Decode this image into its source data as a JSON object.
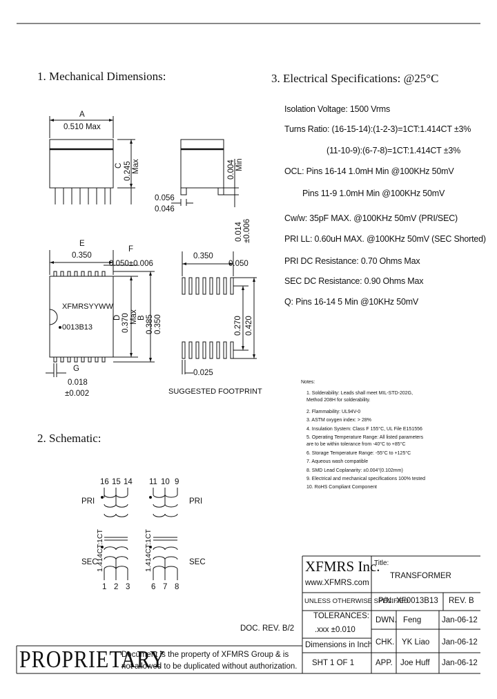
{
  "sections": {
    "mech_title": "1. Mechanical Dimensions:",
    "elec_title": "3. Electrical   Specifications: @25°C",
    "schem_title": "2. Schematic:"
  },
  "electrical": [
    "Isolation Voltage:  1500 Vrms",
    "Turns Ratio: (16-15-14):(1-2-3)=1CT:1.414CT ±3%",
    "(11-10-9):(6-7-8)=1CT:1.414CT ±3%",
    "OCL: Pins 16-14 1.0mH Min @100KHz 50mV",
    "Pins 11-9 1.0mH Min @100KHz 50mV",
    "Cw/w: 35pF MAX. @100KHz 50mV (PRI/SEC)",
    "PRI LL: 0.60uH MAX. @100KHz 50mV (SEC Shorted)",
    "PRI DC Resistance: 0.70 Ohms Max",
    "SEC DC Resistance: 0.90 Ohms Max",
    "Q: Pins 16-14 5 Min @10KHz 50mV"
  ],
  "dimensions": {
    "a_label": "A",
    "a_value": "0.510 Max",
    "c_label": "C",
    "c_value": "0.245",
    "c_max": "Max",
    "g_value": "0.004",
    "g_min": "Min",
    "pin_w1": "0.056",
    "pin_w2": "0.046",
    "thk_value": "0.014",
    "thk_tol": "±0.006",
    "e_label": "E",
    "e_value": "0.350",
    "f_label": "F",
    "f_value": "0.050±0.006",
    "marking_1": "XFMRSYYWW",
    "marking_2": "0013B13",
    "d_label": "D",
    "d_value": "0.370",
    "d_max": "Max",
    "b_label": "B",
    "b_value1": "0.385",
    "b_value2": "0.350",
    "h_label": "G",
    "h_value": "0.018",
    "h_tol": "±0.002",
    "fp_w": "0.350",
    "fp_pitch": "0.050",
    "fp_h1": "0.270",
    "fp_h2": "0.420",
    "fp_pad": "0.025",
    "fp_caption": "SUGGESTED FOOTPRINT"
  },
  "notes": {
    "title": "Notes:",
    "items": [
      "1. Solderability: Leads shall meet MIL-STD-202G,",
      "    Method 208H for solderability.",
      "2. Flammability: UL94V-0",
      "3. ASTM oxygen index: > 28%",
      "4. Insulation System: Class F 155°C, UL File E151556",
      "5. Operating Temperature Range: All listed parameters",
      "    are to be within tolerance from -40°C to +85°C",
      "6. Storage Temperature Range: -55°C to +125°C",
      "7. Aqueous wash compatible",
      "8. SMD Lead Coplanarity: ±0.004\"(0.102mm)",
      "9. Electrical and mechanical specifications 100% tested",
      "10. RoHS Compliant Component"
    ]
  },
  "schematic": {
    "left_top_pins": [
      "16",
      "15",
      "14"
    ],
    "right_top_pins": [
      "11",
      "10",
      "9"
    ],
    "left_bottom_pins": [
      "1",
      "2",
      "3"
    ],
    "right_bottom_pins": [
      "6",
      "7",
      "8"
    ],
    "pri": "PRI",
    "sec": "SEC",
    "ratio": "1.414CT:1CT"
  },
  "title_block": {
    "company": "XFMRS Inc.",
    "website": "www.XFMRS.com",
    "title_label": "Title:",
    "title_value": "TRANSFORMER",
    "unless": "UNLESS OTHERWISE SPECIFIED",
    "pn_label": "P/N:",
    "pn_value": "XF0013B13",
    "rev": "REV. B",
    "tolerances": "TOLERANCES:",
    "tol_value": ".xxx ±0.010",
    "dims": "Dimensions in Inch",
    "sht": "SHT 1 OF 1",
    "dwn_label": "DWN.",
    "dwn_name": "Feng",
    "dwn_date": "Jan-06-12",
    "chk_label": "CHK.",
    "chk_name": "YK Liao",
    "chk_date": "Jan-06-12",
    "app_label": "APP.",
    "app_name": "Joe Huff",
    "app_date": "Jan-06-12",
    "doc_rev": "DOC. REV. B/2",
    "proprietary": "PROPRIETARY",
    "prop_line1": "Document is the property of XFMRS Group & is",
    "prop_line2": "not allowed to be duplicated without authorization."
  }
}
